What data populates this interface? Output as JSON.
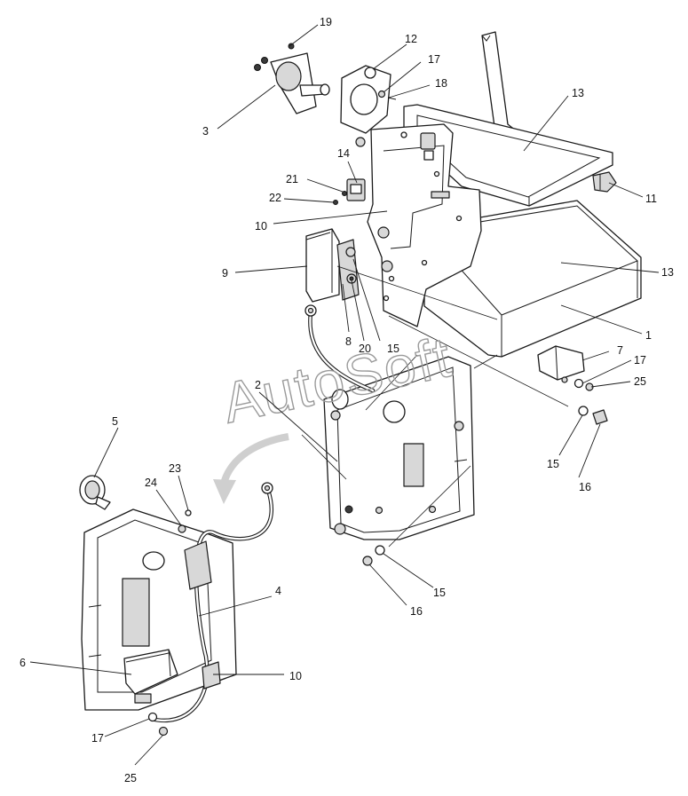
{
  "watermark": "AutoSoft",
  "callouts": {
    "c1": "1",
    "c2": "2",
    "c3": "3",
    "c4": "4",
    "c5": "5",
    "c6": "6",
    "c7": "7",
    "c8": "8",
    "c9": "9",
    "c10a": "10",
    "c10b": "10",
    "c11": "11",
    "c12": "12",
    "c13a": "13",
    "c13b": "13",
    "c14": "14",
    "c15a": "15",
    "c15b": "15",
    "c15c": "15",
    "c16a": "16",
    "c16b": "16",
    "c17a": "17",
    "c17b": "17",
    "c17c": "17",
    "c18": "18",
    "c19": "19",
    "c20": "20",
    "c21": "21",
    "c22": "22",
    "c23": "23",
    "c24": "24",
    "c25a": "25",
    "c25b": "25"
  }
}
